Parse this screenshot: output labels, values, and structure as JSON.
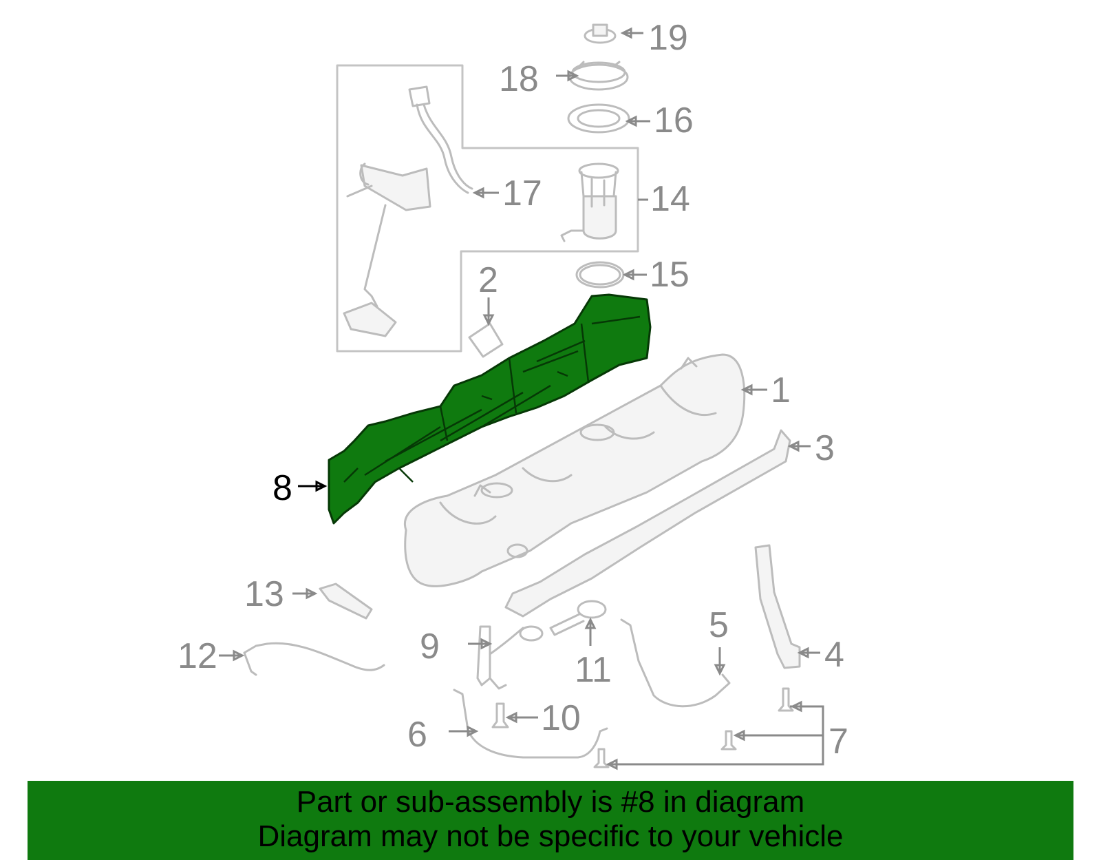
{
  "diagram": {
    "callouts": {
      "c1": "1",
      "c2": "2",
      "c3": "3",
      "c4": "4",
      "c5": "5",
      "c6": "6",
      "c7": "7",
      "c8": "8",
      "c9": "9",
      "c10": "10",
      "c11": "11",
      "c12": "12",
      "c13": "13",
      "c14": "14",
      "c15": "15",
      "c16": "16",
      "c17": "17",
      "c18": "18",
      "c19": "19"
    },
    "highlighted_part": "8",
    "colors": {
      "highlight_fill": "#0f7a0f",
      "part_stroke": "#bcbcbc",
      "callout_text": "#8a8a8a",
      "caption_background": "#0f7a0f"
    }
  },
  "caption": {
    "line1": "Part or sub-assembly is #8 in diagram",
    "line2": "Diagram may not be specific to your vehicle"
  }
}
